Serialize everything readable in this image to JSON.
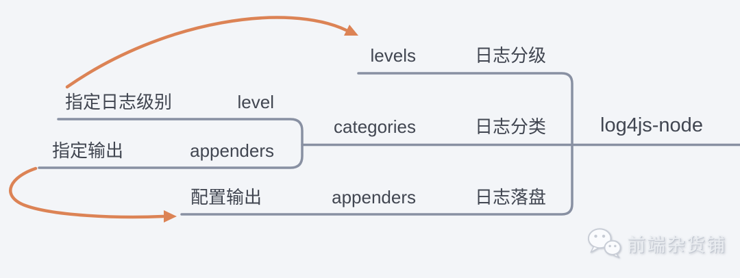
{
  "colors": {
    "background": "#f3f5f8",
    "line": "#8890a2",
    "arrow": "#dc8355",
    "text": "#414651",
    "wm-text": "#eaedf1",
    "wm-shadow": "#c2c7d0"
  },
  "root": {
    "label": "log4js-node"
  },
  "branches": [
    {
      "en": "levels",
      "zh": "日志分级"
    },
    {
      "en": "categories",
      "zh": "日志分类"
    },
    {
      "en": "appenders",
      "zh": "日志落盘"
    }
  ],
  "subtopics": [
    {
      "zh": "指定日志级别",
      "en": "level"
    },
    {
      "zh": "指定输出",
      "en": "appenders"
    },
    {
      "zh": "配置输出",
      "en": ""
    }
  ],
  "watermark": {
    "label": "前端杂货铺",
    "icon": "wechat-icon"
  }
}
